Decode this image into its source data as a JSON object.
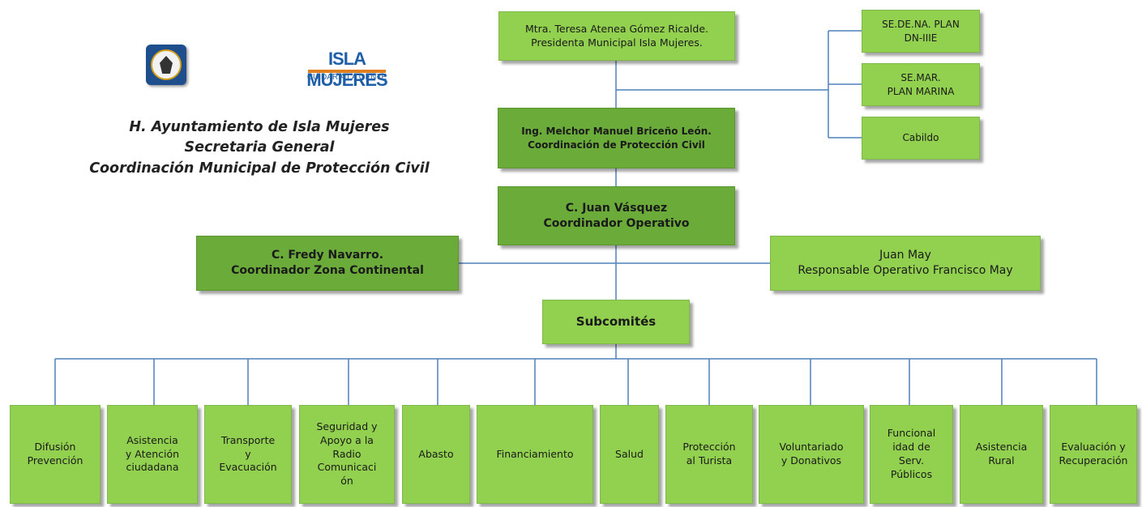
{
  "header": {
    "logo_seal_icon": "municipal-seal-icon",
    "logo_brand": "ISLA MUJERES",
    "logo_tagline": "CUIDAR A LA GENTE",
    "title": "H. Ayuntamiento de Isla Mujeres\nSecretaria General\nCoordinación Municipal de Protección Civil"
  },
  "nodes": {
    "presidenta": "Mtra. Teresa Atenea Gómez Ricalde.\nPresidenta Municipal Isla Mujeres.",
    "sedena": "SE.DE.NA. PLAN\nDN-IIIE",
    "semar": "SE.MAR.\nPLAN MARINA",
    "cabildo": "Cabildo",
    "coordinacion": "Ing. Melchor Manuel Briceño León.\nCoordinación de Protección Civil",
    "operativo": "C. Juan Vásquez\nCoordinador Operativo",
    "continental": "C. Fredy Navarro.\nCoordinador Zona Continental",
    "responsable": "Juan May\nResponsable Operativo Francisco May",
    "subcomites": "Subcomités"
  },
  "subcomites": [
    "Difusión\nPrevención",
    "Asistencia\ny Atención\nciudadana",
    "Transporte\ny\nEvacuación",
    "Seguridad y\nApoyo a la\nRadio\nComunicaci\nón",
    "Abasto",
    "Financiamiento",
    "Salud",
    "Protección\nal Turista",
    "Voluntariado\ny Donativos",
    "Funcional\nidad de\nServ.\nPúblicos",
    "Asistencia\nRural",
    "Evaluación y\nRecuperación"
  ],
  "colors": {
    "box_light": "#92d050",
    "box_dark": "#6aab3a",
    "connector": "#4f81bd"
  }
}
